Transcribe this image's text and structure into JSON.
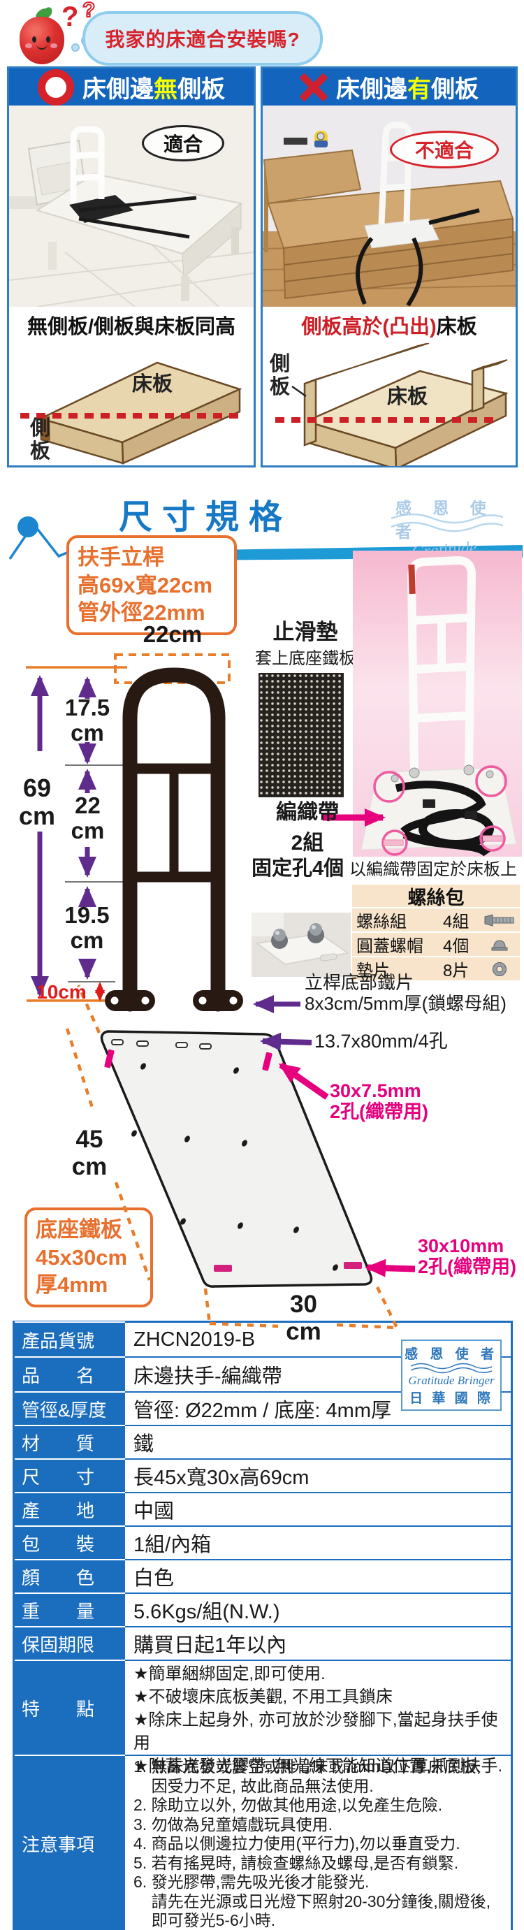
{
  "colors": {
    "header_bar_blue": "#1264bd",
    "panel_border_blue": "#2e7cc3",
    "highlight_yellow": "#f4ff00",
    "alert_red": "#d6232b",
    "accent_orange": "#e8702e",
    "measure_purple": "#5f2b8d",
    "measure_pink": "#e6007e",
    "table_blue": "#1b6dbe"
  },
  "header": {
    "question": "我家的床適合安裝嗎?",
    "q_red": "?",
    "q_light": "?"
  },
  "compare": {
    "left": {
      "title_pre": "床側邊",
      "title_hl": "無",
      "title_post": "側板",
      "badge": "適合",
      "caption": "無側板/側板與床板同高",
      "board": "床板",
      "side": "側板"
    },
    "right": {
      "title_pre": "床側邊",
      "title_hl": "有",
      "title_post": "側板",
      "badge": "不適合",
      "caption_red": "側板高於(凸出)",
      "caption_black": "床板",
      "board": "床板",
      "side": "側板"
    }
  },
  "specs": {
    "title": "尺寸規格",
    "wm_top": {
      "cn": "感 恩 使 者",
      "en": "Gratitude Bringer"
    },
    "pole_box": {
      "l1": "扶手立桿",
      "l2": "高69x寬22cm",
      "l3": "管外徑22mm"
    },
    "dims": {
      "top": "22cm",
      "seg1": "17.5\ncm",
      "total": "69\ncm",
      "seg2": "22\ncm",
      "seg3": "19.5\ncm",
      "foot": "10cm"
    },
    "antislip": {
      "title": "止滑墊",
      "sub": "套上底座鐵板"
    },
    "strap": {
      "name": "編織帶",
      "qty": "2組",
      "holes": "固定孔4個",
      "note": "以編織帶固定於床板上"
    },
    "screws": {
      "title": "螺絲包",
      "items": [
        {
          "name": "螺絲組",
          "qty": "4組"
        },
        {
          "name": "圓蓋螺帽",
          "qty": "4個"
        },
        {
          "name": "墊片",
          "qty": "8片"
        }
      ]
    },
    "foot_plate": {
      "l1": "立桿底部鐵片",
      "l2": "8x3cm/5mm厚(鎖螺母組)"
    },
    "plate": {
      "slot4": "13.7x80mm/4孔",
      "pink_top": "30x7.5mm\n2孔(織帶用)",
      "pink_bottom": "30x10mm\n2孔(織帶用)",
      "h": "45\ncm",
      "w": "30\ncm",
      "box_l1": "底座鐵板",
      "box_l2": "45x30cm",
      "box_l3": "厚4mm"
    }
  },
  "table": {
    "rows": [
      {
        "label": "產品貨號",
        "value": "ZHCN2019-B"
      },
      {
        "label": "品　　名",
        "value": "床邊扶手-編織帶"
      },
      {
        "label": "管徑&厚度",
        "value": "管徑: Ø22mm / 底座: 4mm厚"
      },
      {
        "label": "材　　質",
        "value": "鐵"
      },
      {
        "label": "尺　　寸",
        "value": "長45x寬30x高69cm"
      },
      {
        "label": "產　　地",
        "value": "中國"
      },
      {
        "label": "包　　裝",
        "value": "1組/內箱"
      },
      {
        "label": "顏　　色",
        "value": "白色"
      },
      {
        "label": "重　　量",
        "value": "5.6Kgs/組(N.W.)"
      },
      {
        "label": "保固期限",
        "value": "購買日起1年以內"
      }
    ],
    "features_label": "特　　點",
    "features": [
      "★簡單綑綁固定,即可使用.",
      "★不破壞床底板美觀, 不用工具鎖床",
      "★除床上起身外, 亦可放於沙發腳下,當起身扶手使用",
      "★附蓄光發光膠帶, 無光線下能知道位置,抓到扶手."
    ],
    "notes_label": "注意事項",
    "notes": [
      "1. 無床底板或簍空或排骨床或7mm以下厚床底板,\n    因受力不足, 故此商品無法使用.",
      "2. 除助立以外, 勿做其他用途,以免產生危險.",
      "3. 勿做為兒童嬉戲玩具使用.",
      "4. 商品以側邊拉力使用(平行力),勿以垂直受力.",
      "5. 若有搖晃時, 請檢查螺絲及螺母,是否有鎖緊.",
      "6. 發光膠帶,需先吸光後才能發光.\n    請先在光源或日光燈下照射20-30分鐘後,關燈後,\n    即可發光5-6小時."
    ],
    "wm": {
      "cn": "感 恩 使 者",
      "en": "Gratitude Bringer",
      "cn2": "日 華 國 際"
    }
  }
}
